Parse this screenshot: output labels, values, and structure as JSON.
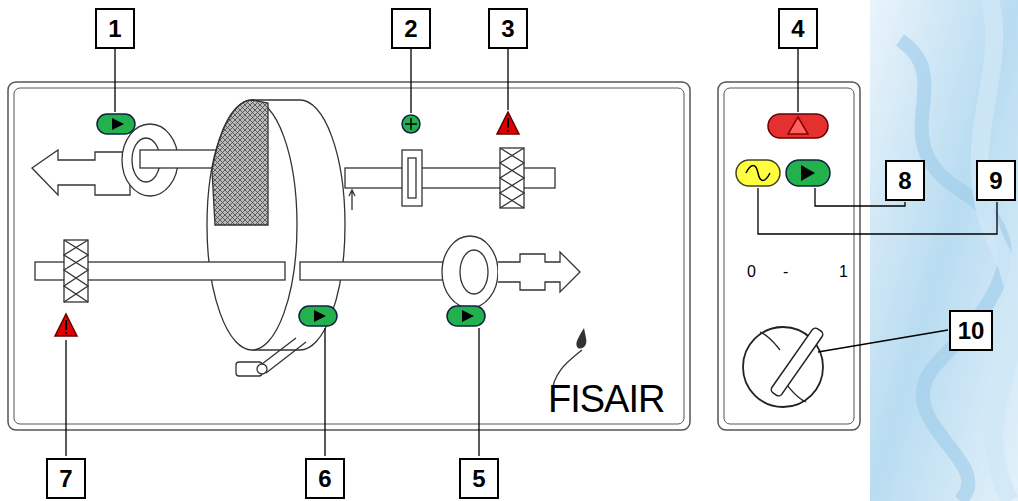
{
  "diagram": {
    "nodes": [
      {
        "text": [
          "1"
        ]
      },
      {
        "text": [
          "2"
        ]
      },
      {
        "text": [
          "3"
        ]
      },
      {
        "text": [
          "4"
        ]
      },
      {
        "text": [
          "8"
        ]
      },
      {
        "text": [
          "9"
        ]
      },
      {
        "text": [
          "10"
        ]
      },
      {
        "text": [
          "7"
        ]
      },
      {
        "text": [
          "6"
        ]
      },
      {
        "text": [
          "5"
        ]
      }
    ],
    "labels": [
      "0",
      "-",
      "1",
      "FISAIR"
    ]
  }
}
